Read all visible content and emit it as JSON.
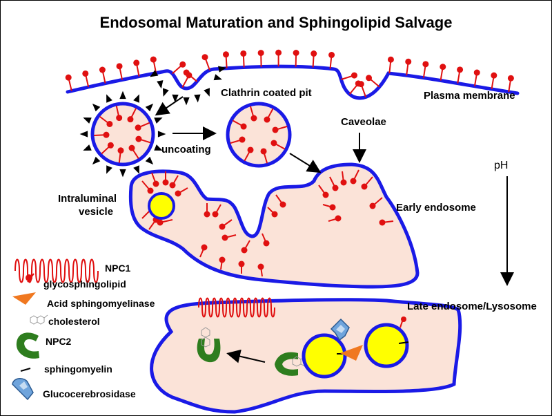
{
  "title": "Endosomal Maturation and Sphingolipid Salvage",
  "labels": {
    "clathrin_pit": "Clathrin coated pit",
    "plasma_membrane": "Plasma membrane",
    "caveolae": "Caveolae",
    "uncoating": "uncoating",
    "ph": "pH",
    "intraluminal_vesicle_1": "Intraluminal",
    "intraluminal_vesicle_2": "vesicle",
    "early_endosome": "Early endosome",
    "late_endosome": "Late endosome/Lysosome"
  },
  "legend": {
    "npc1": "NPC1",
    "glycosphingolipid": "glycosphingolipid",
    "acid_sphingomyelinase": "Acid sphingomyelinase",
    "cholesterol": "cholesterol",
    "npc2": "NPC2",
    "sphingomyelin": "sphingomyelin",
    "glucocerebrosidase": "Glucocerebrosidase"
  },
  "colors": {
    "membrane": "#1a1ae6",
    "lumen": "#fbe3d8",
    "lipid": "#e01010",
    "vesicle_core": "#ffff00",
    "npc2": "#2e7d1e",
    "acid_sphingomyelinase": "#f07820",
    "glucocerebrosidase": "#6fa4dc",
    "clathrin": "#000000"
  }
}
